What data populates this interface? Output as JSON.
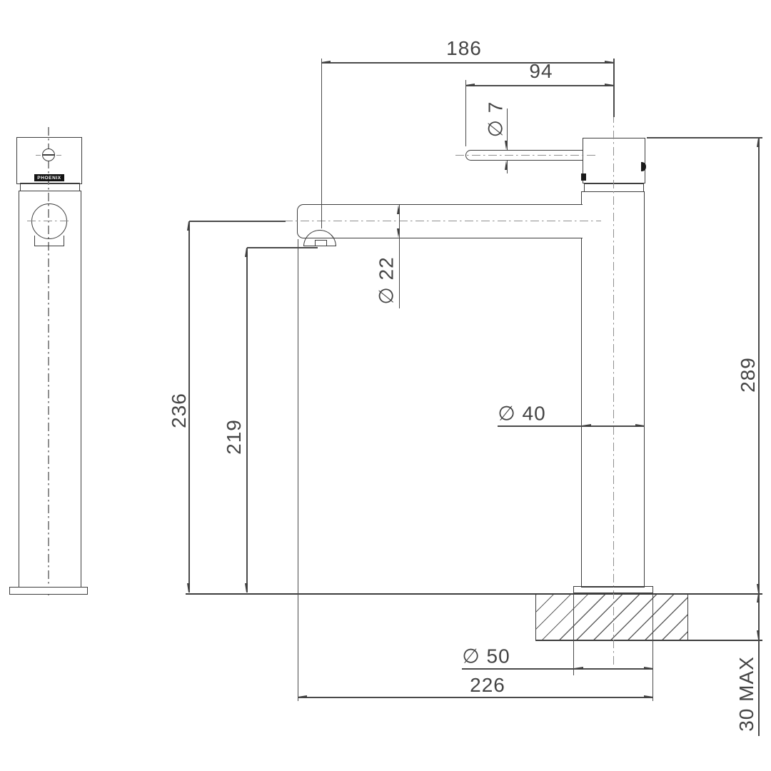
{
  "drawing": {
    "type": "technical-dimension-drawing",
    "brand": "PHOENIX",
    "colors": {
      "line": "#3d3d3d",
      "dimension_line": "#4a4a4a",
      "centerline": "#8f8f8f",
      "badge_bg": "#141414",
      "badge_text": "#ffffff",
      "background": "#ffffff"
    },
    "dimensions": {
      "spout_reach": "186",
      "lever_length": "94",
      "lever_diameter": "∅ 7",
      "spout_diameter": "∅ 22",
      "spout_centre_height": "236",
      "outlet_height": "219",
      "overall_height": "289",
      "body_diameter": "∅ 40",
      "base_diameter": "∅ 50",
      "overall_projection": "226",
      "deck_thickness": "30 MAX"
    }
  }
}
